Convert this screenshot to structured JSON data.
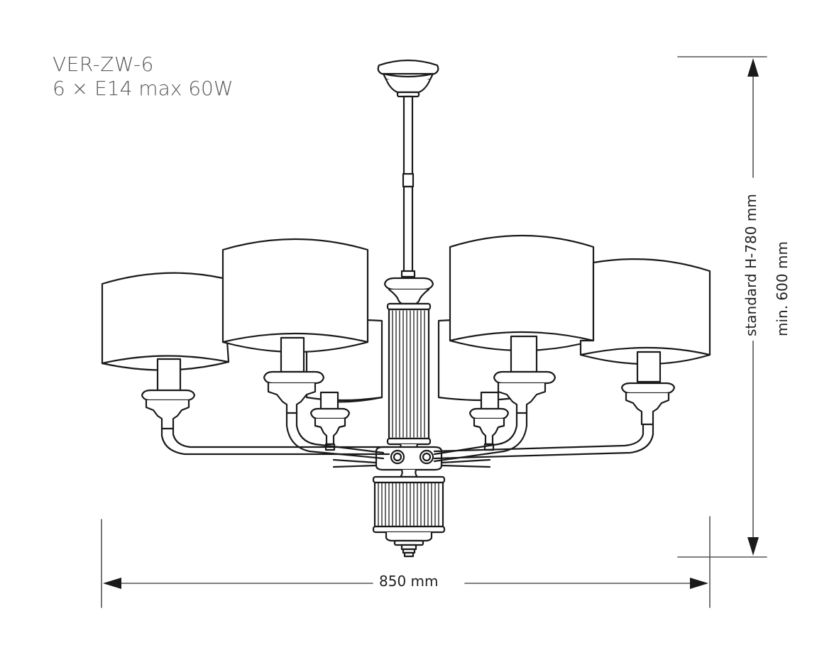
{
  "product": {
    "model": "VER-ZW-6",
    "spec": "6 × E14 max 60W"
  },
  "dimensions": {
    "width_label": "850 mm",
    "height_standard_label": "standard H-780 mm",
    "height_min_label": "min. 600 mm"
  },
  "drawing": {
    "subject": "chandelier",
    "lamp_count": 6,
    "line_color": "#1a1a1a",
    "dimension_line_color": "#555555",
    "text_color": "#5a5a5a"
  }
}
